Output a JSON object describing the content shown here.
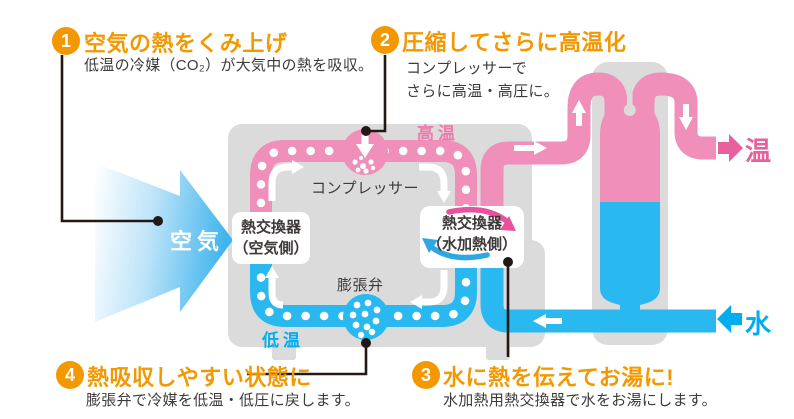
{
  "palette": {
    "orange": "#F39800",
    "ink": "#3E3A39",
    "pipe_pink": "#F08FB9",
    "deep_pink": "#E8609E",
    "pink_text": "#EE7AAE",
    "pipe_blue": "#29B9F0",
    "blue_text": "#00AEEF",
    "gray": "#DBDBDB"
  },
  "steps": [
    {
      "num": "1",
      "title": "空気の熱をくみ上げ",
      "desc": "低温の冷媒（CO₂）が大気中の熱を吸収。"
    },
    {
      "num": "2",
      "title": "圧縮してさらに高温化",
      "desc": "コンプレッサーで\nさらに高温・高圧に。"
    },
    {
      "num": "3",
      "title": "水に熱を伝えてお湯に!",
      "desc": "水加熱用熱交換器で水をお湯にします。"
    },
    {
      "num": "4",
      "title": "熱吸収しやすい状態に",
      "desc": "膨張弁で冷媒を低温・低圧に戻します。"
    }
  ],
  "unit": {
    "compressor": "コンプレッサー",
    "expansion_valve": "膨張弁",
    "hx_air_line1": "熱交換器",
    "hx_air_line2": "（空気側）",
    "hx_water_line1": "熱交換器",
    "hx_water_line2": "（水加熱側）",
    "temp_high": "高温",
    "temp_low": "低温"
  },
  "flows": {
    "air": "空気",
    "hot_water_out": "温",
    "cold_water_in": "水"
  }
}
